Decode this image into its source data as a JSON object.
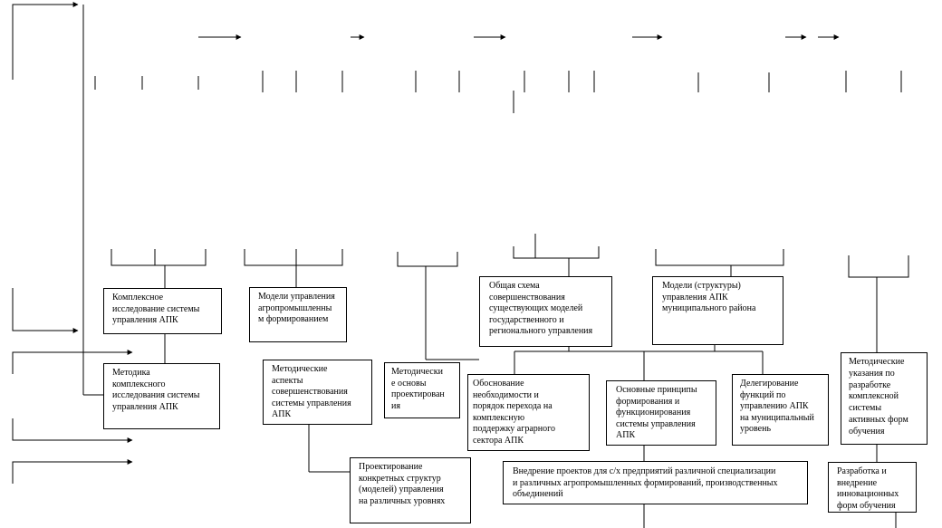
{
  "boxes": {
    "komplex": "Комплексное\nисследование  системы\nуправления АПК",
    "metodika": "Методика\nкомплексного\nисследования системы\nуправления АПК",
    "modeli_agro": "Модели управления\nагропромышленны\nм формированием",
    "metod_aspekty": "Методические\nаспекты\nсовершенствования\nсистемы управления\nАПК",
    "proektirovanie": "Проектирование\nконкретных структур\n(моделей)  управления\nна различных уровнях",
    "metod_osnovy": "Методически\nе основы\nпроектирован\nия",
    "obshaya_shema": "Общая схема\nсовершенствования\nсуществующих моделей\nгосударственного и\nрегионального управления",
    "obosnovanie": "Обоснование\nнеобходимости и\nпорядок перехода на\nкомплексную\nподдержку аграрного\nсектора АПК",
    "osnovnye_principy": "Основные принципы\nформирования и\nфункционирования\nсистемы управления\nАПК",
    "modeli_mun": "Модели (структуры)\nуправления АПК\nмуниципального района",
    "delegirovanie": "Делегирование\nфункций по\nуправлению АПК\nна муниципальный\nуровень",
    "vnedrenie": "Внедрение проектов для с/х предприятий различной специализации\nи различных агропромышленных формирований, производственных\nобъединений",
    "metod_ukazaniya": "Методические\nуказания по\nразработке\nкомплексной\nсистемы\nактивных форм\nобучения",
    "razrabotka": "Разработка и\nвнедрение\nинновационных\nформ обучения"
  }
}
